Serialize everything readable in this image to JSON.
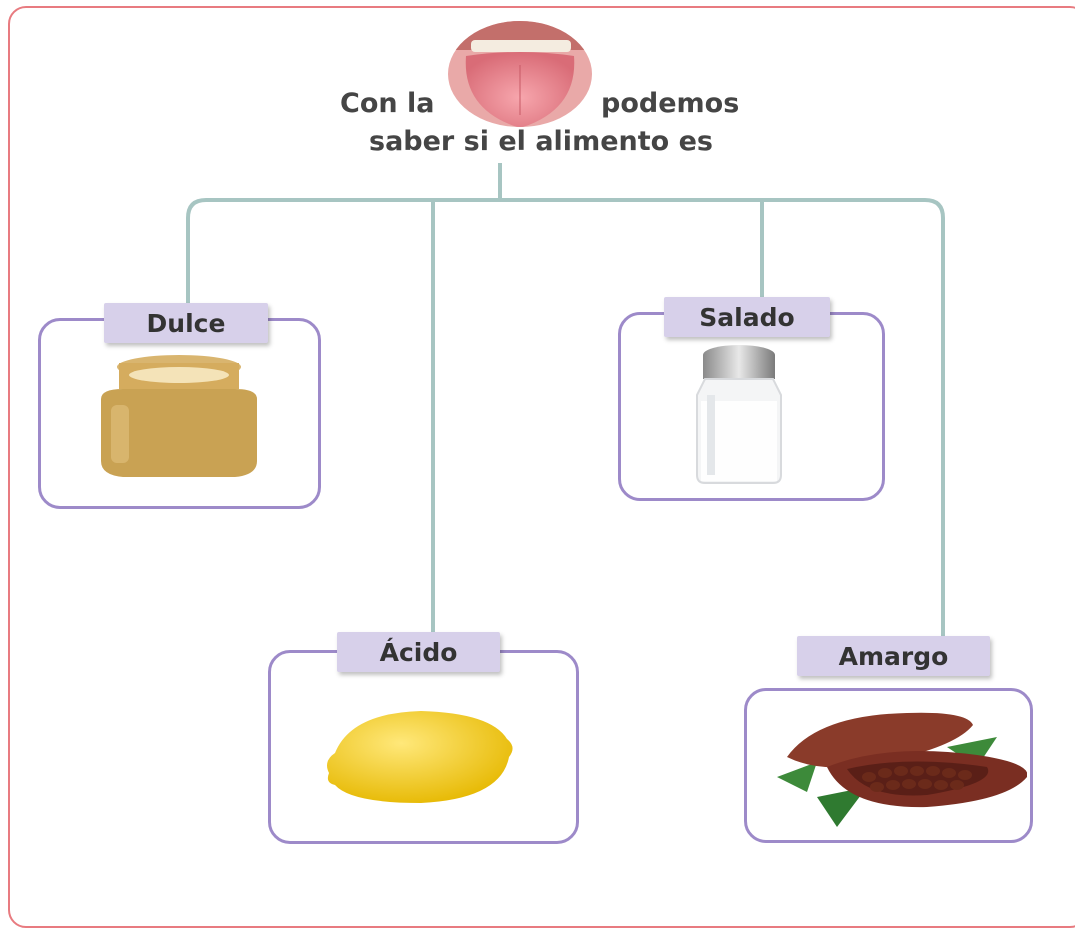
{
  "header": {
    "text_before": "Con la",
    "text_after": "podemos",
    "text_line2": "saber si el alimento es"
  },
  "tastes": {
    "sweet": "Dulce",
    "salty": "Salado",
    "sour": "Ácido",
    "bitter": "Amargo"
  },
  "colors": {
    "frame": "#e87b80",
    "card_border": "#9d8ac9",
    "label_bg": "#d7d0ea",
    "connector": "#a7c5c2"
  }
}
